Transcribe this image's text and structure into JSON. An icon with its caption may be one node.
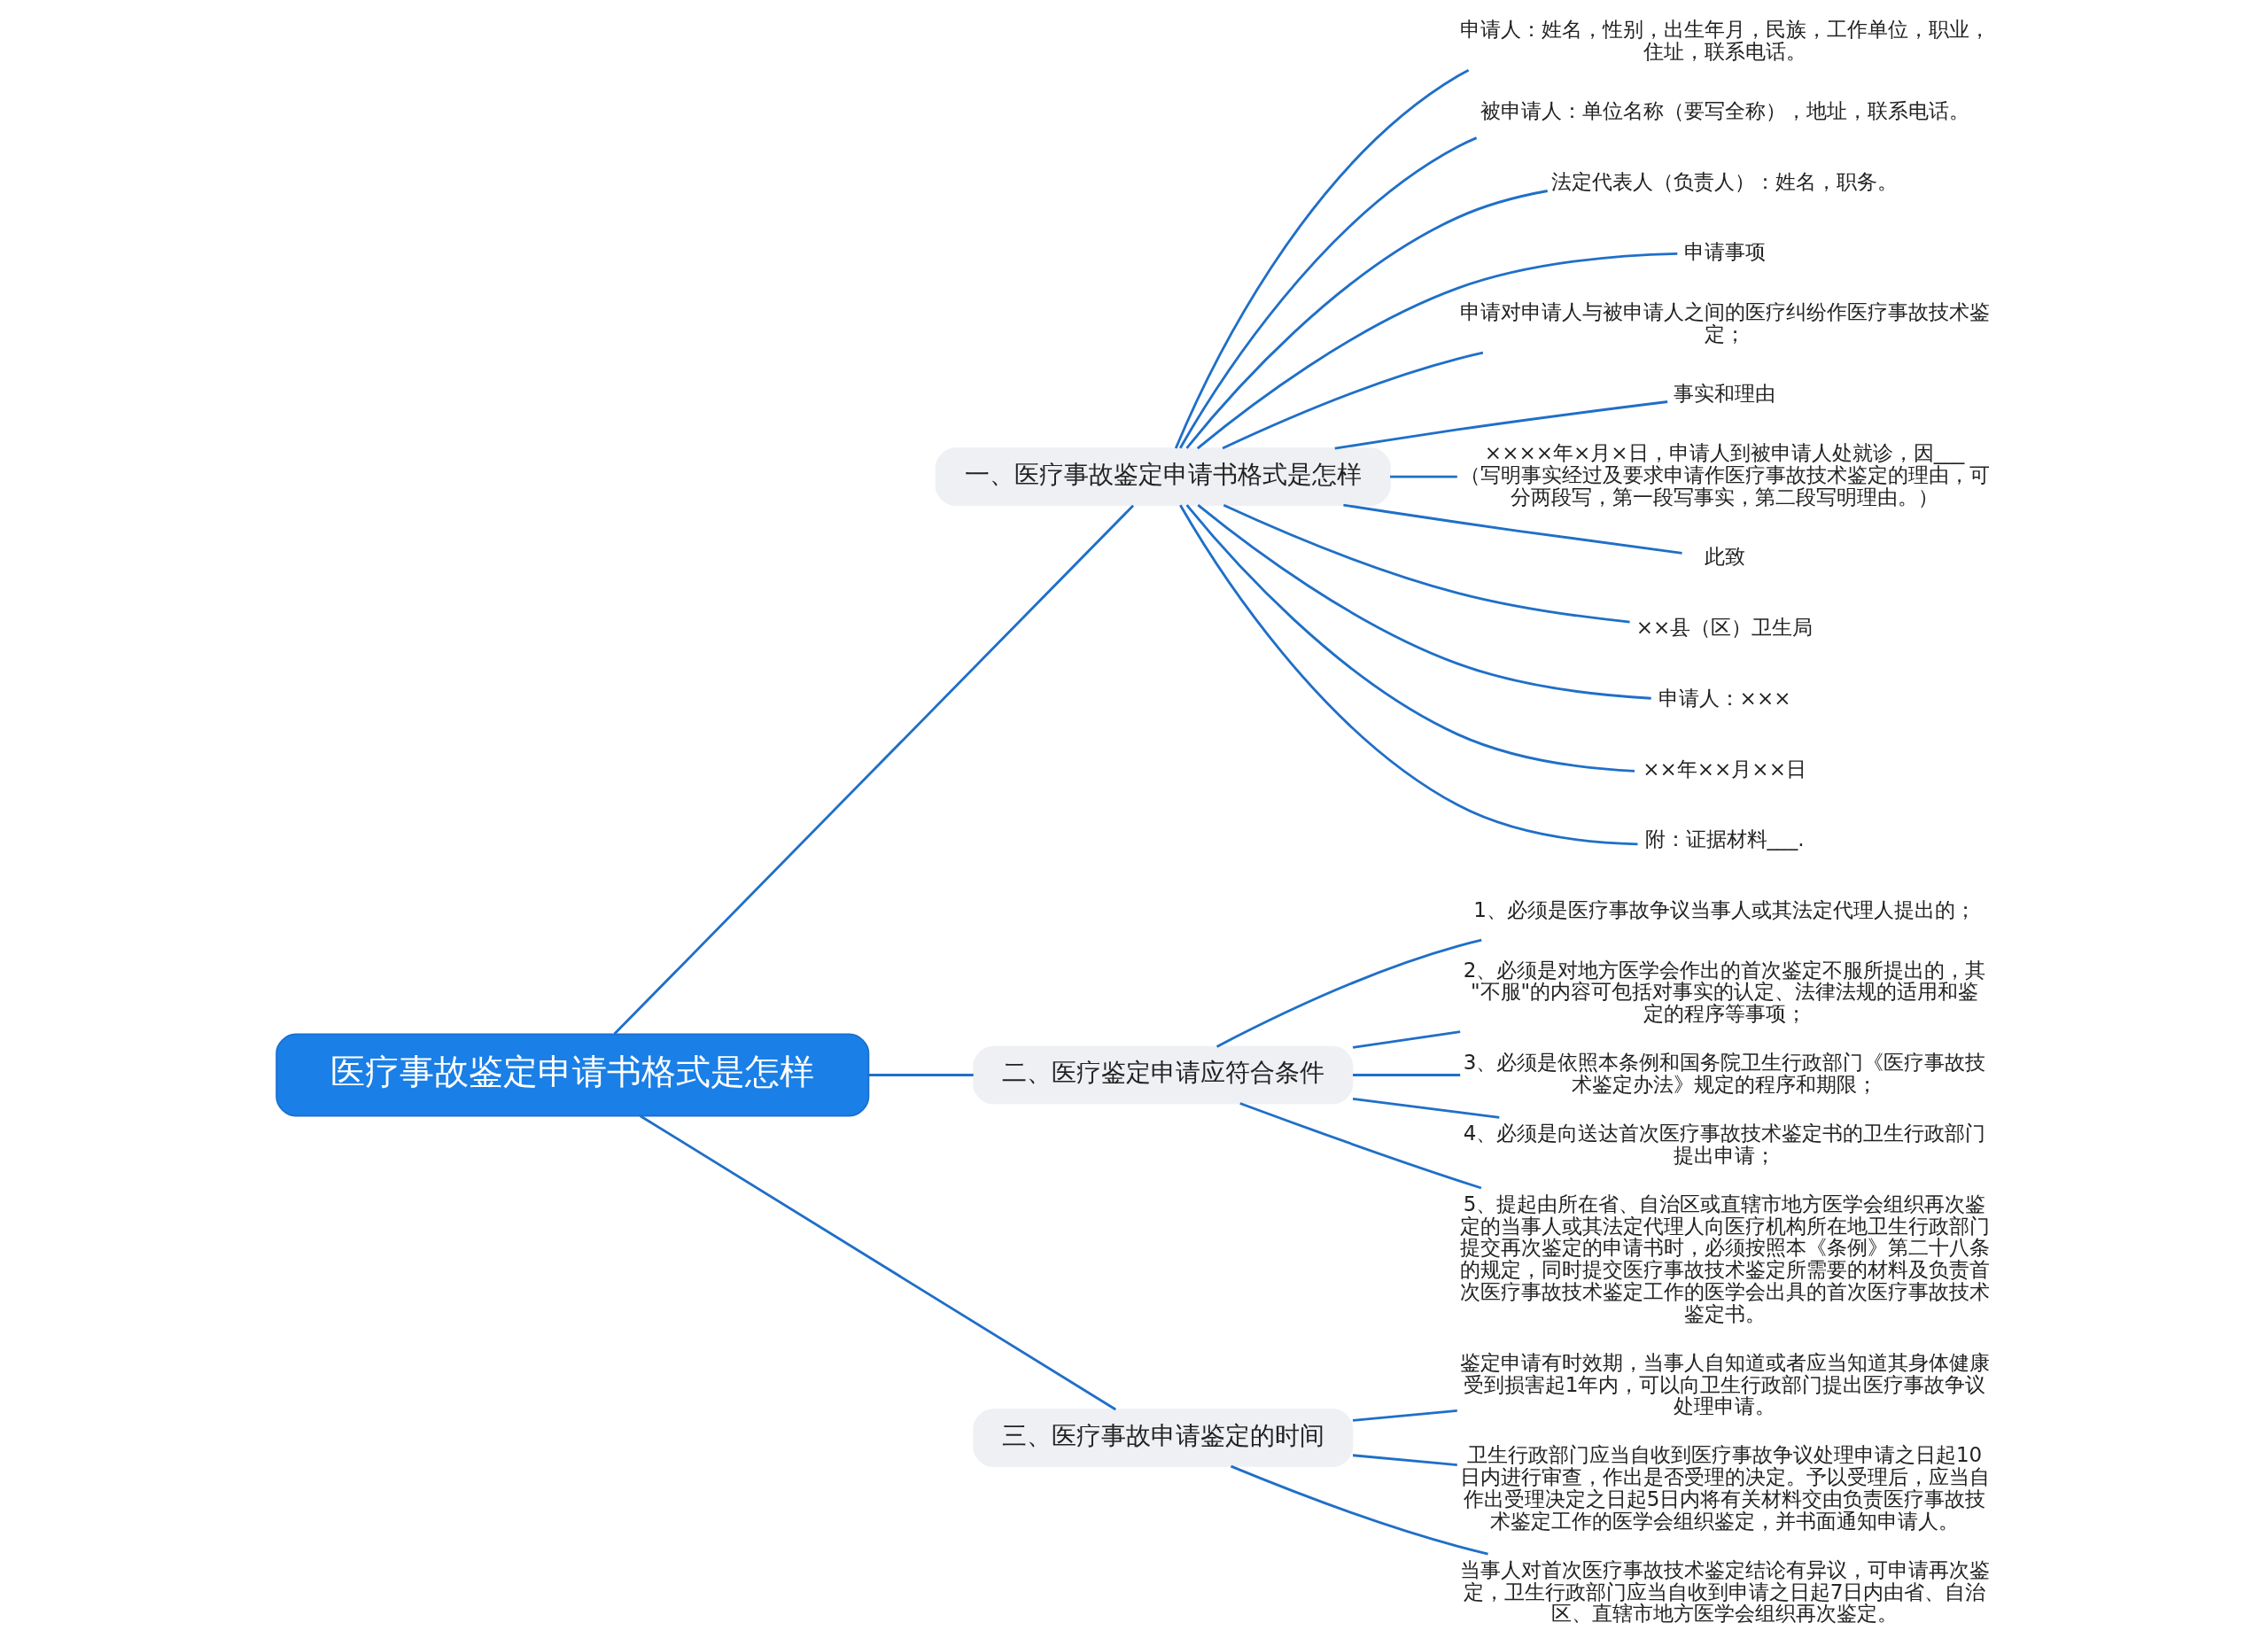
{
  "diagram": {
    "nodes": [
      {
        "text": [
          "医疗事故鉴定申请书格式是怎样"
        ]
      },
      {
        "text": [
          "一、医疗事故鉴定申请书格式是怎样"
        ]
      },
      {
        "text": [
          "申请人：姓名，性别，出生年月，民族，工作单位，职业，住址，联系电话。"
        ]
      },
      {
        "text": [
          "被申请人：单位名称（要写全称），地址，联系电话。"
        ]
      },
      {
        "text": [
          "法定代表人（负责人）：姓名，职务。"
        ]
      },
      {
        "text": [
          "申请事项"
        ]
      },
      {
        "text": [
          "申请对申请人与被申请人之间的医疗纠纷作医疗事故技术鉴定；"
        ]
      },
      {
        "text": [
          "事实和理由"
        ]
      },
      {
        "text": [
          "××××年×月×日，申请人到被申请人处就诊，因___（写明事实经过及要求申请作医疗事故技术鉴定的理由，可分两段写，第一段写事实，第二段写明理由。）"
        ]
      },
      {
        "text": [
          "此致"
        ]
      },
      {
        "text": [
          "××县（区）卫生局"
        ]
      },
      {
        "text": [
          "申请人：×××"
        ]
      },
      {
        "text": [
          "××年××月××日"
        ]
      },
      {
        "text": [
          "附：证据材料___."
        ]
      },
      {
        "text": [
          "二、医疗鉴定申请应符合条件"
        ]
      },
      {
        "text": [
          "1、必须是医疗事故争议当事人或其法定代理人提出的；"
        ]
      },
      {
        "text": [
          "2、必须是对地方医学会作出的首次鉴定不服所提出的，其\"不服\"的内容可包括对事实的认定、法律法规的适用和鉴定的程序等事项；"
        ]
      },
      {
        "text": [
          "3、必须是依照本条例和国务院卫生行政部门《医疗事故技术鉴定办法》规定的程序和期限；"
        ]
      },
      {
        "text": [
          "4、必须是向送达首次医疗事故技术鉴定书的卫生行政部门提出申请；"
        ]
      },
      {
        "text": [
          "5、提起由所在省、自治区或直辖市地方医学会组织再次鉴定的当事人或其法定代理人向医疗机构所在地卫生行政部门提交再次鉴定的申请书时，必须按照本《条例》第二十八条的规定，同时提交医疗事故技术鉴定所需要的材料及负责首次医疗事故技术鉴定工作的医学会出具的首次医疗事故技术鉴定书。"
        ]
      },
      {
        "text": [
          "三、医疗事故申请鉴定的时间"
        ]
      },
      {
        "text": [
          "鉴定申请有时效期，当事人自知道或者应当知道其身体健康受到损害起1年内，可以向卫生行政部门提出医疗事故争议处理申请。"
        ]
      },
      {
        "text": [
          "卫生行政部门应当自收到医疗事故争议处理申请之日起10日内进行审查，作出是否受理的决定。予以受理后，应当自作出受理决定之日起5日内将有关材料交由负责医疗事故技术鉴定工作的医学会组织鉴定，并书面通知申请人。"
        ]
      },
      {
        "text": [
          "当事人对首次医疗事故技术鉴定结论有异议，可申请再次鉴定，卫生行政部门应当自收到申请之日起7日内由省、自治区、直辖市地方医学会组织再次鉴定。"
        ]
      }
    ],
    "edges": [
      {
        "from": 0,
        "to": 1,
        "arrow": "none"
      },
      {
        "from": 1,
        "to": 2,
        "arrow": "none"
      },
      {
        "from": 1,
        "to": 3,
        "arrow": "none"
      },
      {
        "from": 1,
        "to": 4,
        "arrow": "none"
      },
      {
        "from": 1,
        "to": 5,
        "arrow": "none"
      },
      {
        "from": 1,
        "to": 6,
        "arrow": "none"
      },
      {
        "from": 1,
        "to": 7,
        "arrow": "none"
      },
      {
        "from": 1,
        "to": 8,
        "arrow": "none"
      },
      {
        "from": 1,
        "to": 9,
        "arrow": "none"
      },
      {
        "from": 1,
        "to": 10,
        "arrow": "none"
      },
      {
        "from": 1,
        "to": 11,
        "arrow": "none"
      },
      {
        "from": 1,
        "to": 12,
        "arrow": "none"
      },
      {
        "from": 1,
        "to": 13,
        "arrow": "none"
      },
      {
        "from": 0,
        "to": 14,
        "arrow": "none"
      },
      {
        "from": 14,
        "to": 15,
        "arrow": "none"
      },
      {
        "from": 14,
        "to": 16,
        "arrow": "none"
      },
      {
        "from": 14,
        "to": 17,
        "arrow": "none"
      },
      {
        "from": 14,
        "to": 18,
        "arrow": "none"
      },
      {
        "from": 14,
        "to": 19,
        "arrow": "none"
      },
      {
        "from": 0,
        "to": 20,
        "arrow": "none"
      },
      {
        "from": 20,
        "to": 21,
        "arrow": "none"
      },
      {
        "from": 20,
        "to": 22,
        "arrow": "none"
      },
      {
        "from": 20,
        "to": 23,
        "arrow": "none"
      }
    ]
  }
}
